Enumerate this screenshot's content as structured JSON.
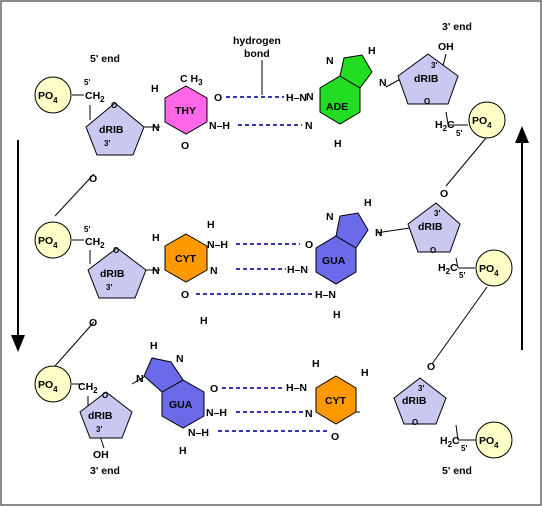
{
  "labels": {
    "five_end": "5' end",
    "three_end": "3' end",
    "hbond_line1": "hydrogen",
    "hbond_line2": "bond",
    "five_prime": "5'",
    "three_prime": "3'",
    "po4_main": "PO",
    "po4_sub": "4",
    "drib": "dRIB",
    "ch2_main": "CH",
    "ch2_sub": "2",
    "h2c_main": "H",
    "h2c_sub": "2",
    "h2c_c": "C",
    "ch3_main": "C H",
    "ch3_sub": "3",
    "oh": "OH",
    "O": "O",
    "N": "N",
    "H": "H",
    "NH": "N–H",
    "HN": "H–N"
  },
  "bases": {
    "thy": "THY",
    "ade": "ADE",
    "cyt": "CYT",
    "gua": "GUA"
  },
  "colors": {
    "phosphate_fill": "#ffffc8",
    "sugar_fill": "#c8c8f0",
    "thy": "#ff66e8",
    "ade": "#22dd22",
    "cyt": "#ff9900",
    "gua": "#6b6bea",
    "hbond": "#1a1aa6"
  }
}
